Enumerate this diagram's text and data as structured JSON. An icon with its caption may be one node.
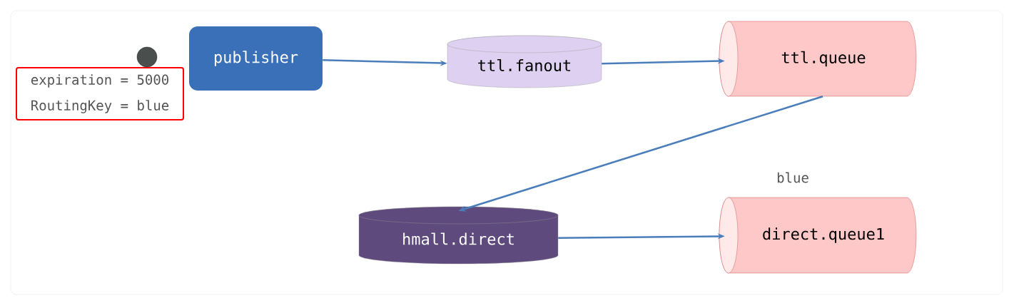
{
  "diagram": {
    "nodes": [
      {
        "text": [
          "expiration = 5000",
          "RoutingKey = blue"
        ]
      },
      {
        "text": [],
        "shape": "circle"
      },
      {
        "text": [
          "publisher"
        ]
      },
      {
        "text": [
          "ttl.fanout"
        ]
      },
      {
        "text": [
          "ttl.queue"
        ]
      },
      {
        "text": [
          "hmall.direct"
        ]
      },
      {
        "text": [
          "direct.queue1"
        ],
        "beside": [
          "blue"
        ]
      }
    ],
    "edges": [
      {
        "from": 2,
        "to": 3,
        "arrow": "to"
      },
      {
        "from": 3,
        "to": 4,
        "arrow": "to"
      },
      {
        "from": 4,
        "to": 5,
        "arrow": "to"
      },
      {
        "from": 5,
        "to": 6,
        "arrow": "to"
      }
    ]
  }
}
